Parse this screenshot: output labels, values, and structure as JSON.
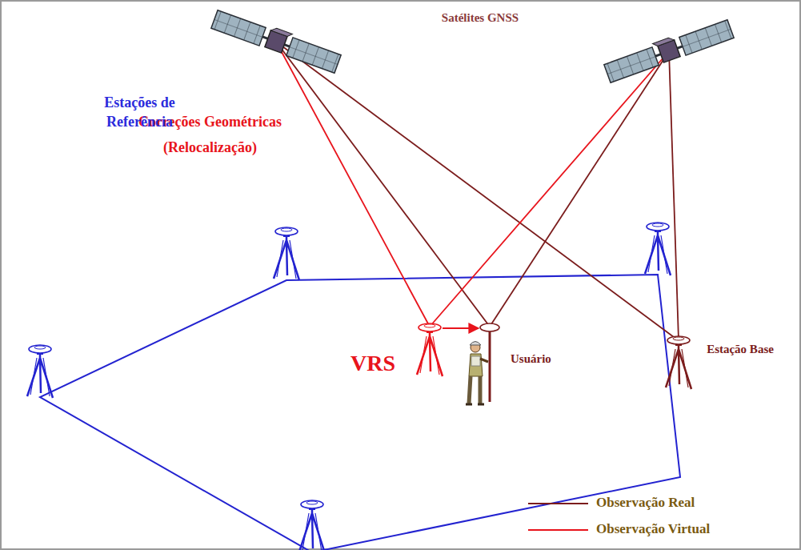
{
  "diagram": {
    "labels": [
      "Satélites GNSS",
      "Correções Geométricas (Relocalização)",
      "Estações de Referência",
      "VRS",
      "Usuário",
      "Estação Base"
    ],
    "legend": [
      {
        "text": "Observação Real"
      },
      {
        "text": "Observação Virtual"
      }
    ]
  }
}
